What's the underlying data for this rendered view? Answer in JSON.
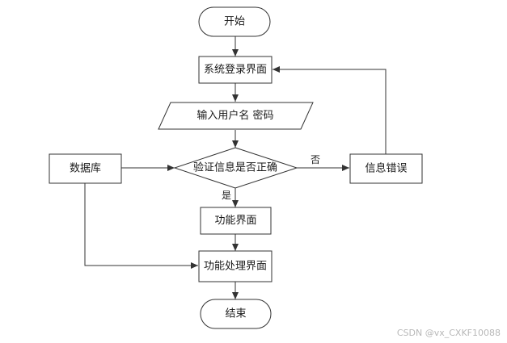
{
  "nodes": {
    "start": "开始",
    "login": "系统登录界面",
    "input": "输入用户名 密码",
    "db": "数据库",
    "verify": "验证信息是否正确",
    "error": "信息错误",
    "func": "功能界面",
    "process": "功能处理界面",
    "end": "结束"
  },
  "edges": {
    "no": "否",
    "yes": "是"
  },
  "watermark": "CSDN @vx_CXKF10088"
}
